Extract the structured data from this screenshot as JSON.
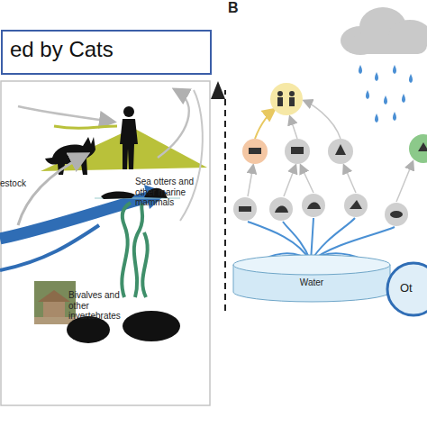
{
  "diagram": {
    "title": "ed by Cats",
    "nodes": [
      {
        "text": [
          "Water"
        ]
      },
      {
        "text": [
          "Ot"
        ]
      }
    ],
    "labels": [
      "B",
      "estock",
      "Sea otters and other marine mammals",
      "Bivalves and other invertebrates"
    ]
  }
}
